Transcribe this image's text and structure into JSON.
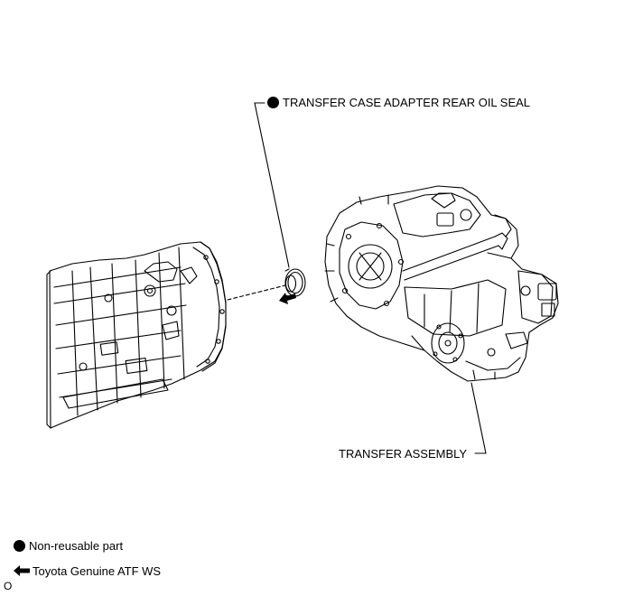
{
  "callouts": {
    "oil_seal": "TRANSFER CASE ADAPTER REAR OIL SEAL",
    "transfer_assembly": "TRANSFER ASSEMBLY"
  },
  "legend": {
    "non_reusable": "Non-reusable part",
    "atf": "Toyota Genuine ATF WS"
  },
  "corner_mark": "O",
  "icons": {
    "non_reusable": "filled-circle-icon",
    "lubricant": "arrow-left-icon"
  }
}
